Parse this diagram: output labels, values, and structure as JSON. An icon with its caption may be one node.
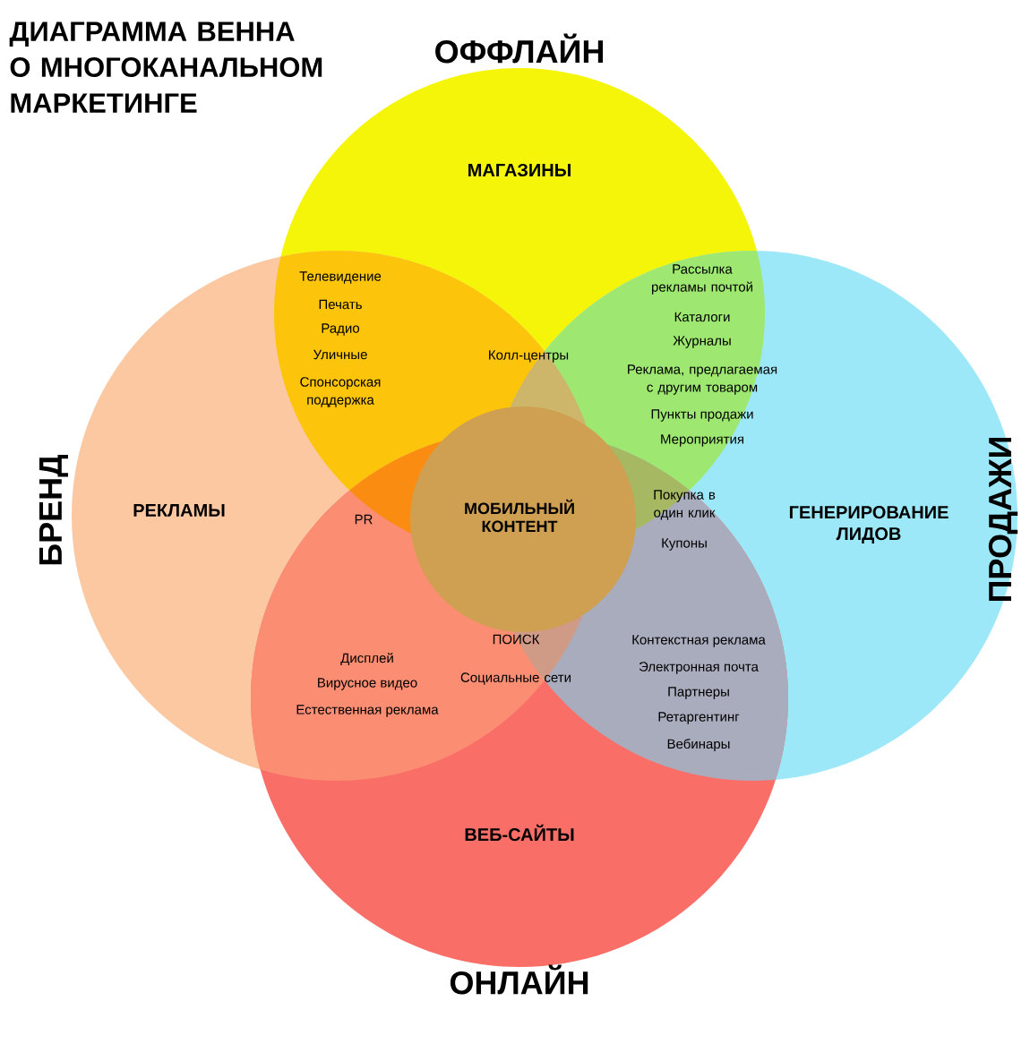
{
  "diagram": {
    "title": "ДИАГРАММА ВЕННА О МНОГОКАНАЛЬНОМ МАРКЕТИНГЕ",
    "nodes": [
      {
        "text": [
          "ОФФЛАЙН",
          "МАГАЗИНЫ"
        ]
      },
      {
        "text": [
          "БРЕНД",
          "РЕКЛАМЫ"
        ]
      },
      {
        "text": [
          "ПРОДАЖИ",
          "ГЕНЕРИРОВАНИЕ ЛИДОВ"
        ]
      },
      {
        "text": [
          "ВЕБ-САЙТЫ",
          "ОНЛАЙН"
        ]
      },
      {
        "text": [
          "МОБИЛЬНЫЙ КОНТЕНТ"
        ]
      }
    ],
    "labels": [
      "Телевидение",
      "Печать",
      "Радио",
      "Уличные",
      "Спонсорская поддержка",
      "Колл-центры",
      "Рассылка рекламы почтой",
      "Каталоги",
      "Журналы",
      "Реклама, предлагаемая с другим товаром",
      "Пункты продажи",
      "Мероприятия",
      "PR",
      "Покупка в один клик",
      "Купоны",
      "Дисплей",
      "Вирусное видео",
      "Естественная реклама",
      "ПОИСК",
      "Социальные сети",
      "Контекстная реклама",
      "Электронная почта",
      "Партнеры",
      "Ретаргентинг",
      "Вебинары"
    ]
  }
}
